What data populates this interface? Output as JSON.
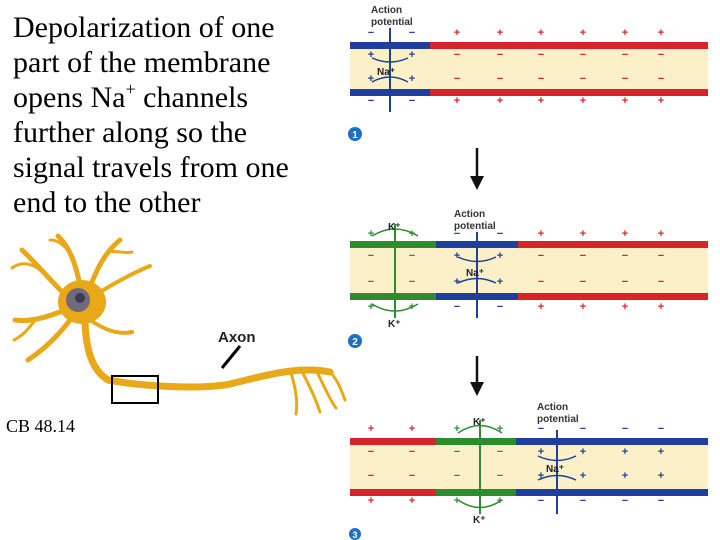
{
  "caption": {
    "line1": "Depolarization of one",
    "line2": "part of the membrane",
    "line3_pre": "opens Na",
    "line3_sup": "+",
    "line3_post": " channels",
    "line4": "further along so the",
    "line5": "signal travels from one",
    "line6": "end to the other"
  },
  "source": "CB 48.14",
  "neuron": {
    "axon_label": "Axon"
  },
  "panels": [
    {
      "step": "1",
      "ap_label_1": "Action",
      "ap_label_2": "potential",
      "na_label": "Na⁺"
    },
    {
      "step": "2",
      "ap_label_1": "Action",
      "ap_label_2": "potential",
      "na_label": "Na⁺",
      "k_top": "K⁺",
      "k_bottom": "K⁺"
    },
    {
      "step": "3",
      "ap_label_1": "Action",
      "ap_label_2": "potential",
      "na_label": "Na⁺",
      "k_top": "K⁺",
      "k_bottom": "K⁺"
    }
  ],
  "colors": {
    "resting": "#d8232a",
    "depolarized": "#1f3f9a",
    "repolarized": "#2e8b2e",
    "cytoplasm": "#fbf0c8",
    "neuron": "#e8a818",
    "step_badge": "#1f6fc4"
  }
}
